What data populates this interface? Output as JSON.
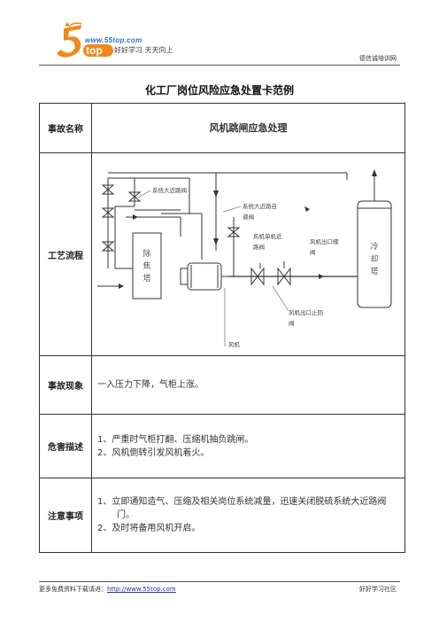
{
  "header": {
    "logo_url": "www.55top.com",
    "logo_slogan": "好好学习 天天向上",
    "right_text": "德信诚培训网"
  },
  "title": "化工厂岗位风险应急处置卡范例",
  "rows": {
    "accident_name": {
      "label": "事故名称",
      "value": "风机跳闸应急处理"
    },
    "process": {
      "label": "工艺流程",
      "diagram": {
        "bypass_valve": "系统大近路阀",
        "bypass_control_valve": [
          "系统大近路自",
          "调阀"
        ],
        "inlet_valve": [
          "风机单机近",
          "路阀"
        ],
        "outlet_butterfly_valve": [
          "风机出口蝶",
          "阀"
        ],
        "check_valve": [
          "风机出口止回",
          "阀"
        ],
        "fan": "风机",
        "decoking_tower": [
          "除",
          "焦",
          "塔"
        ],
        "cooling_tower": [
          "冷",
          "却",
          "塔"
        ]
      }
    },
    "phenomenon": {
      "label": "事故现象",
      "text": "一入压力下降，气柜上涨。"
    },
    "hazards": {
      "label": "危害描述",
      "items": [
        "1、严重时气柜打翻、压缩机抽负跳闸。",
        "2、风机倒转引发风机着火。"
      ]
    },
    "notes": {
      "label": "注意事项",
      "items": [
        "1、立即通知造气、压缩及相关岗位系统减量，迅速关闭脱硫系统大近路阀门。",
        "2、及时将备用风机开启。"
      ]
    }
  },
  "footer": {
    "left_prefix": "更多免费资料下载请进：",
    "left_link": "http://www.55top.com",
    "right_text": "好好学习社区"
  },
  "colors": {
    "logo_blue": "#2a6fc9",
    "logo_orange": "#f08a1c",
    "link": "#2233aa"
  }
}
